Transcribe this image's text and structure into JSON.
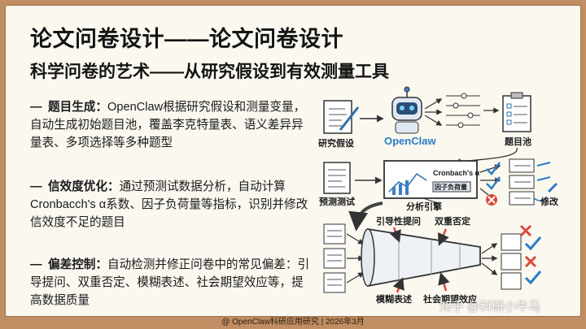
{
  "title": "论文问卷设计——论文问卷设计",
  "subtitle": "科学问卷的艺术——从研究假设到有效测量工具",
  "bullets": [
    {
      "dash": "—",
      "head": "题目生成：",
      "text": "OpenClaw根据研究假设和测量变量，自动生成初始题目池，覆盖李克特量表、语义差异异量表、多项选择等多种题型"
    },
    {
      "dash": "—",
      "head": "信效度优化：",
      "text": "通过预测试数据分析，自动计算Cronbacch's α系数、因子负荷量等指标，识别并修改信效度不足的题目"
    },
    {
      "dash": "—",
      "head": "偏差控制：",
      "text": "自动检测并修正问卷中的常见偏差：引导提问、双重否定、模糊表述、社会期望效应等，提高数据质量"
    }
  ],
  "diagram": {
    "research_hypothesis": "研究假设",
    "openclaw": "OpenClaw",
    "item_pool": "题目池",
    "pretest": "预测测试",
    "analysis_engine": "分析引擎",
    "cronbach": "Cronbach's α",
    "factor_loading": "因子负荷量",
    "modify": "修改",
    "leading_question": "引导性提问",
    "double_negative": "双重否定",
    "vague_statement": "模糊表述",
    "social_desirability": "社会期望效应"
  },
  "watermark": "知乎 @科研小牛马",
  "footer": "@ OpenClaw科研应用研究 | 2026年3月"
}
